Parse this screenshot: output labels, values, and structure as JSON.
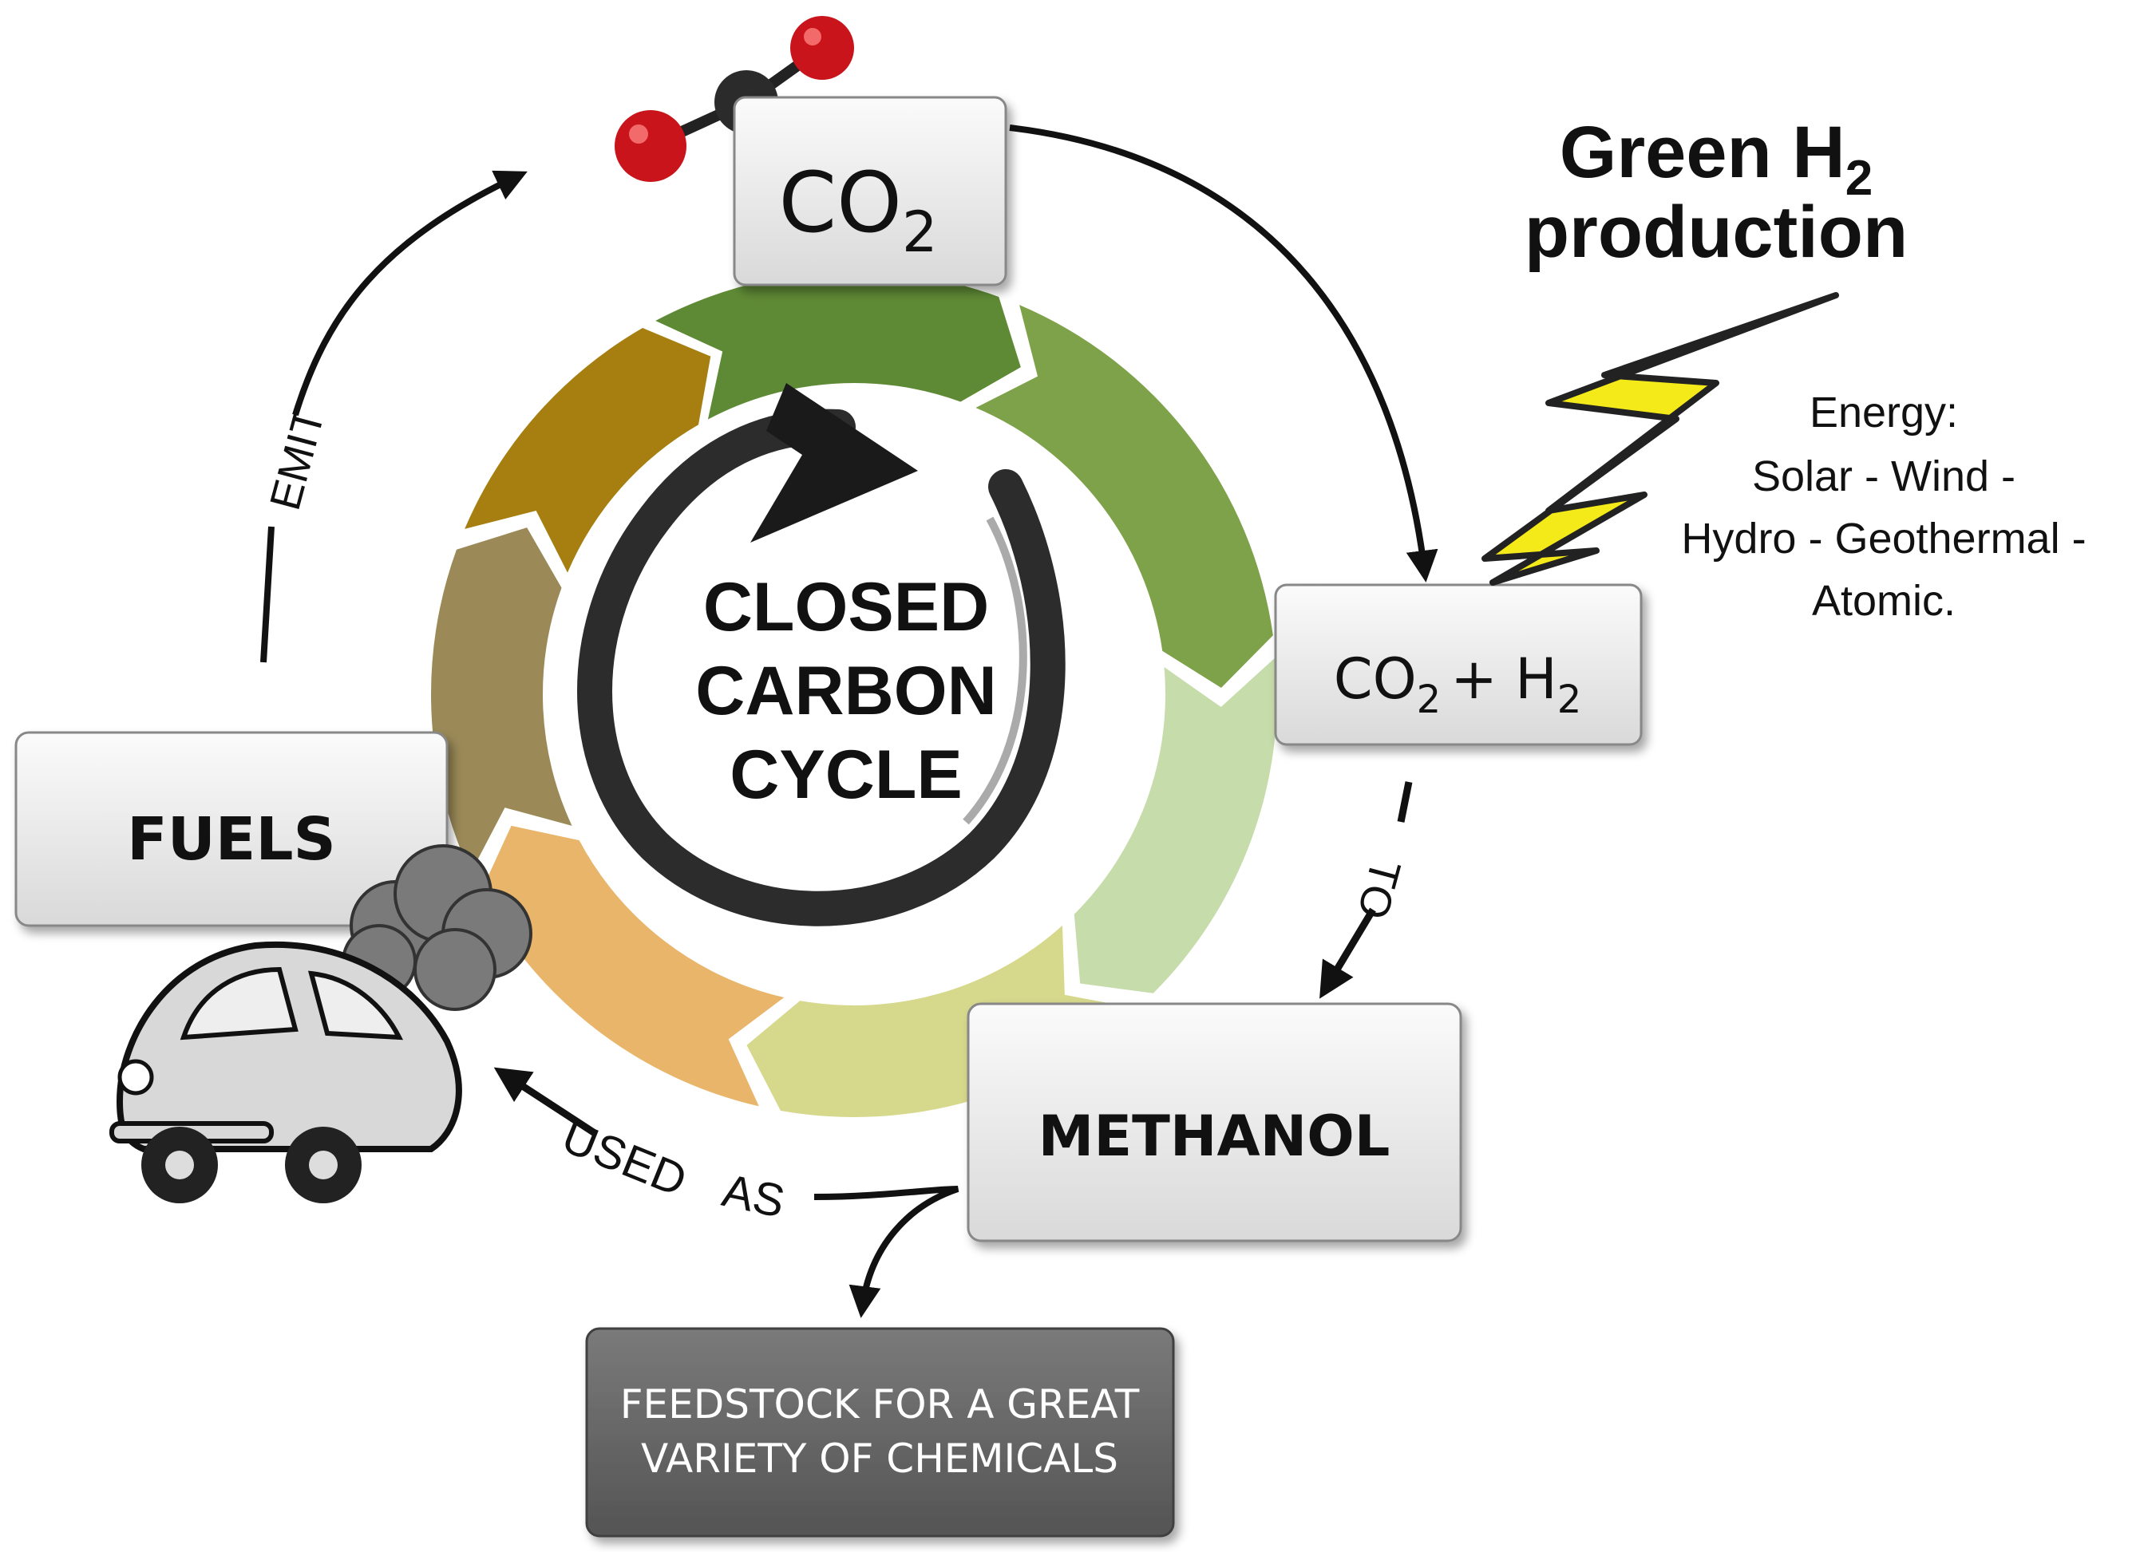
{
  "center": {
    "line1": "CLOSED",
    "line2": "CARBON",
    "line3": "CYCLE"
  },
  "boxes": {
    "co2": {
      "main": "CO",
      "sub": "2"
    },
    "co2_h2": {
      "part1": "CO",
      "sub1": "2",
      "plus": "+ H",
      "sub2": "2"
    },
    "methanol": "METHANOL",
    "fuels": "FUELS",
    "feedstock": {
      "line1": "FEEDSTOCK FOR A GREAT",
      "line2": "VARIETY OF CHEMICALS"
    }
  },
  "green_h2": {
    "line1_main": "Green H",
    "line1_sub": "2",
    "line2": "production"
  },
  "energy": {
    "line1": "Energy:",
    "line2": "Solar - Wind -",
    "line3": "Hydro - Geothermal -",
    "line4": "Atomic."
  },
  "connectors": {
    "emit": "EMIT",
    "to": "TO",
    "used": "USED",
    "as": "AS"
  },
  "icons": [
    "co2-molecule-icon",
    "lightning-bolt-icon",
    "car-icon",
    "cycle-arrow-icon"
  ],
  "colors": {
    "arc_dark_green": "#5f8a35",
    "arc_green": "#7ea249",
    "arc_light_green": "#c6dcab",
    "arc_yellow_green": "#d6d88c",
    "arc_orange": "#e8b56a",
    "arc_taupe": "#9b8a58",
    "arc_olive": "#a67f10",
    "box_fill": "#e9e9e9",
    "feedstock_fill": "#6b6b6b",
    "bolt_yellow": "#f4ea1a"
  }
}
